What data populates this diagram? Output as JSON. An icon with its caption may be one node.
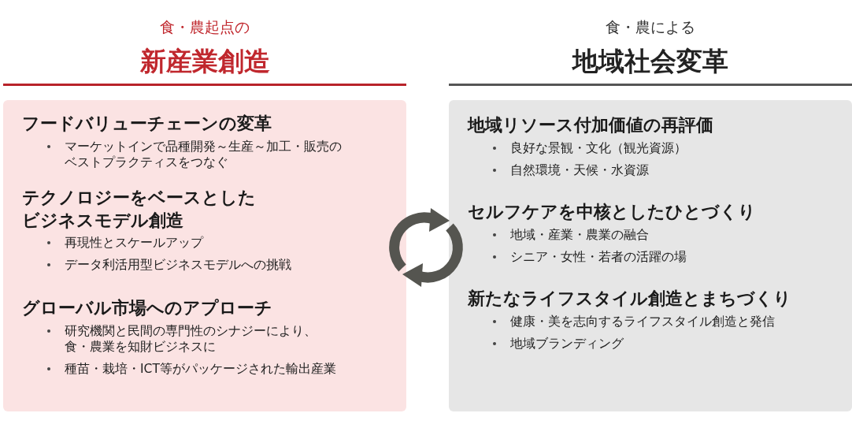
{
  "diagram": {
    "nodes": [
      {
        "text": [
          "食・農起点の",
          "新産業創造"
        ]
      },
      {
        "text": [],
        "shape": "box"
      },
      {
        "text": [
          "フードバリューチェーンの変革",
          "マーケットインで品種開発～生産～加工・販売のベストプラクティスをつなぐ"
        ],
        "in": 1
      },
      {
        "text": [
          "テクノロジーをベースとしたビジネスモデル創造",
          "再現性とスケールアップ",
          "データ利活用型ビジネスモデルへの挑戦"
        ],
        "in": 1
      },
      {
        "text": [
          "グローバル市場へのアプローチ",
          "研究機関と民間の専門性のシナジーにより、食・農業を知財ビジネスに",
          "種苗・栽培・ICT等がパッケージされた輸出産業"
        ],
        "in": 1
      },
      {
        "text": [
          "食・農による",
          "地域社会変革"
        ]
      },
      {
        "text": [],
        "shape": "box"
      },
      {
        "text": [
          "地域リソース付加価値の再評価",
          "良好な景観・文化（観光資源）",
          "自然環境・天候・水資源"
        ],
        "in": 6
      },
      {
        "text": [
          "セルフケアを中核としたひとづくり",
          "地域・産業・農業の融合",
          "シニア・女性・若者の活躍の場"
        ],
        "in": 6
      },
      {
        "text": [
          "新たなライフスタイル創造とまちづくり",
          "健康・美を志向するライフスタイル創造と発信",
          "地域ブランディング"
        ],
        "in": 6
      }
    ]
  }
}
